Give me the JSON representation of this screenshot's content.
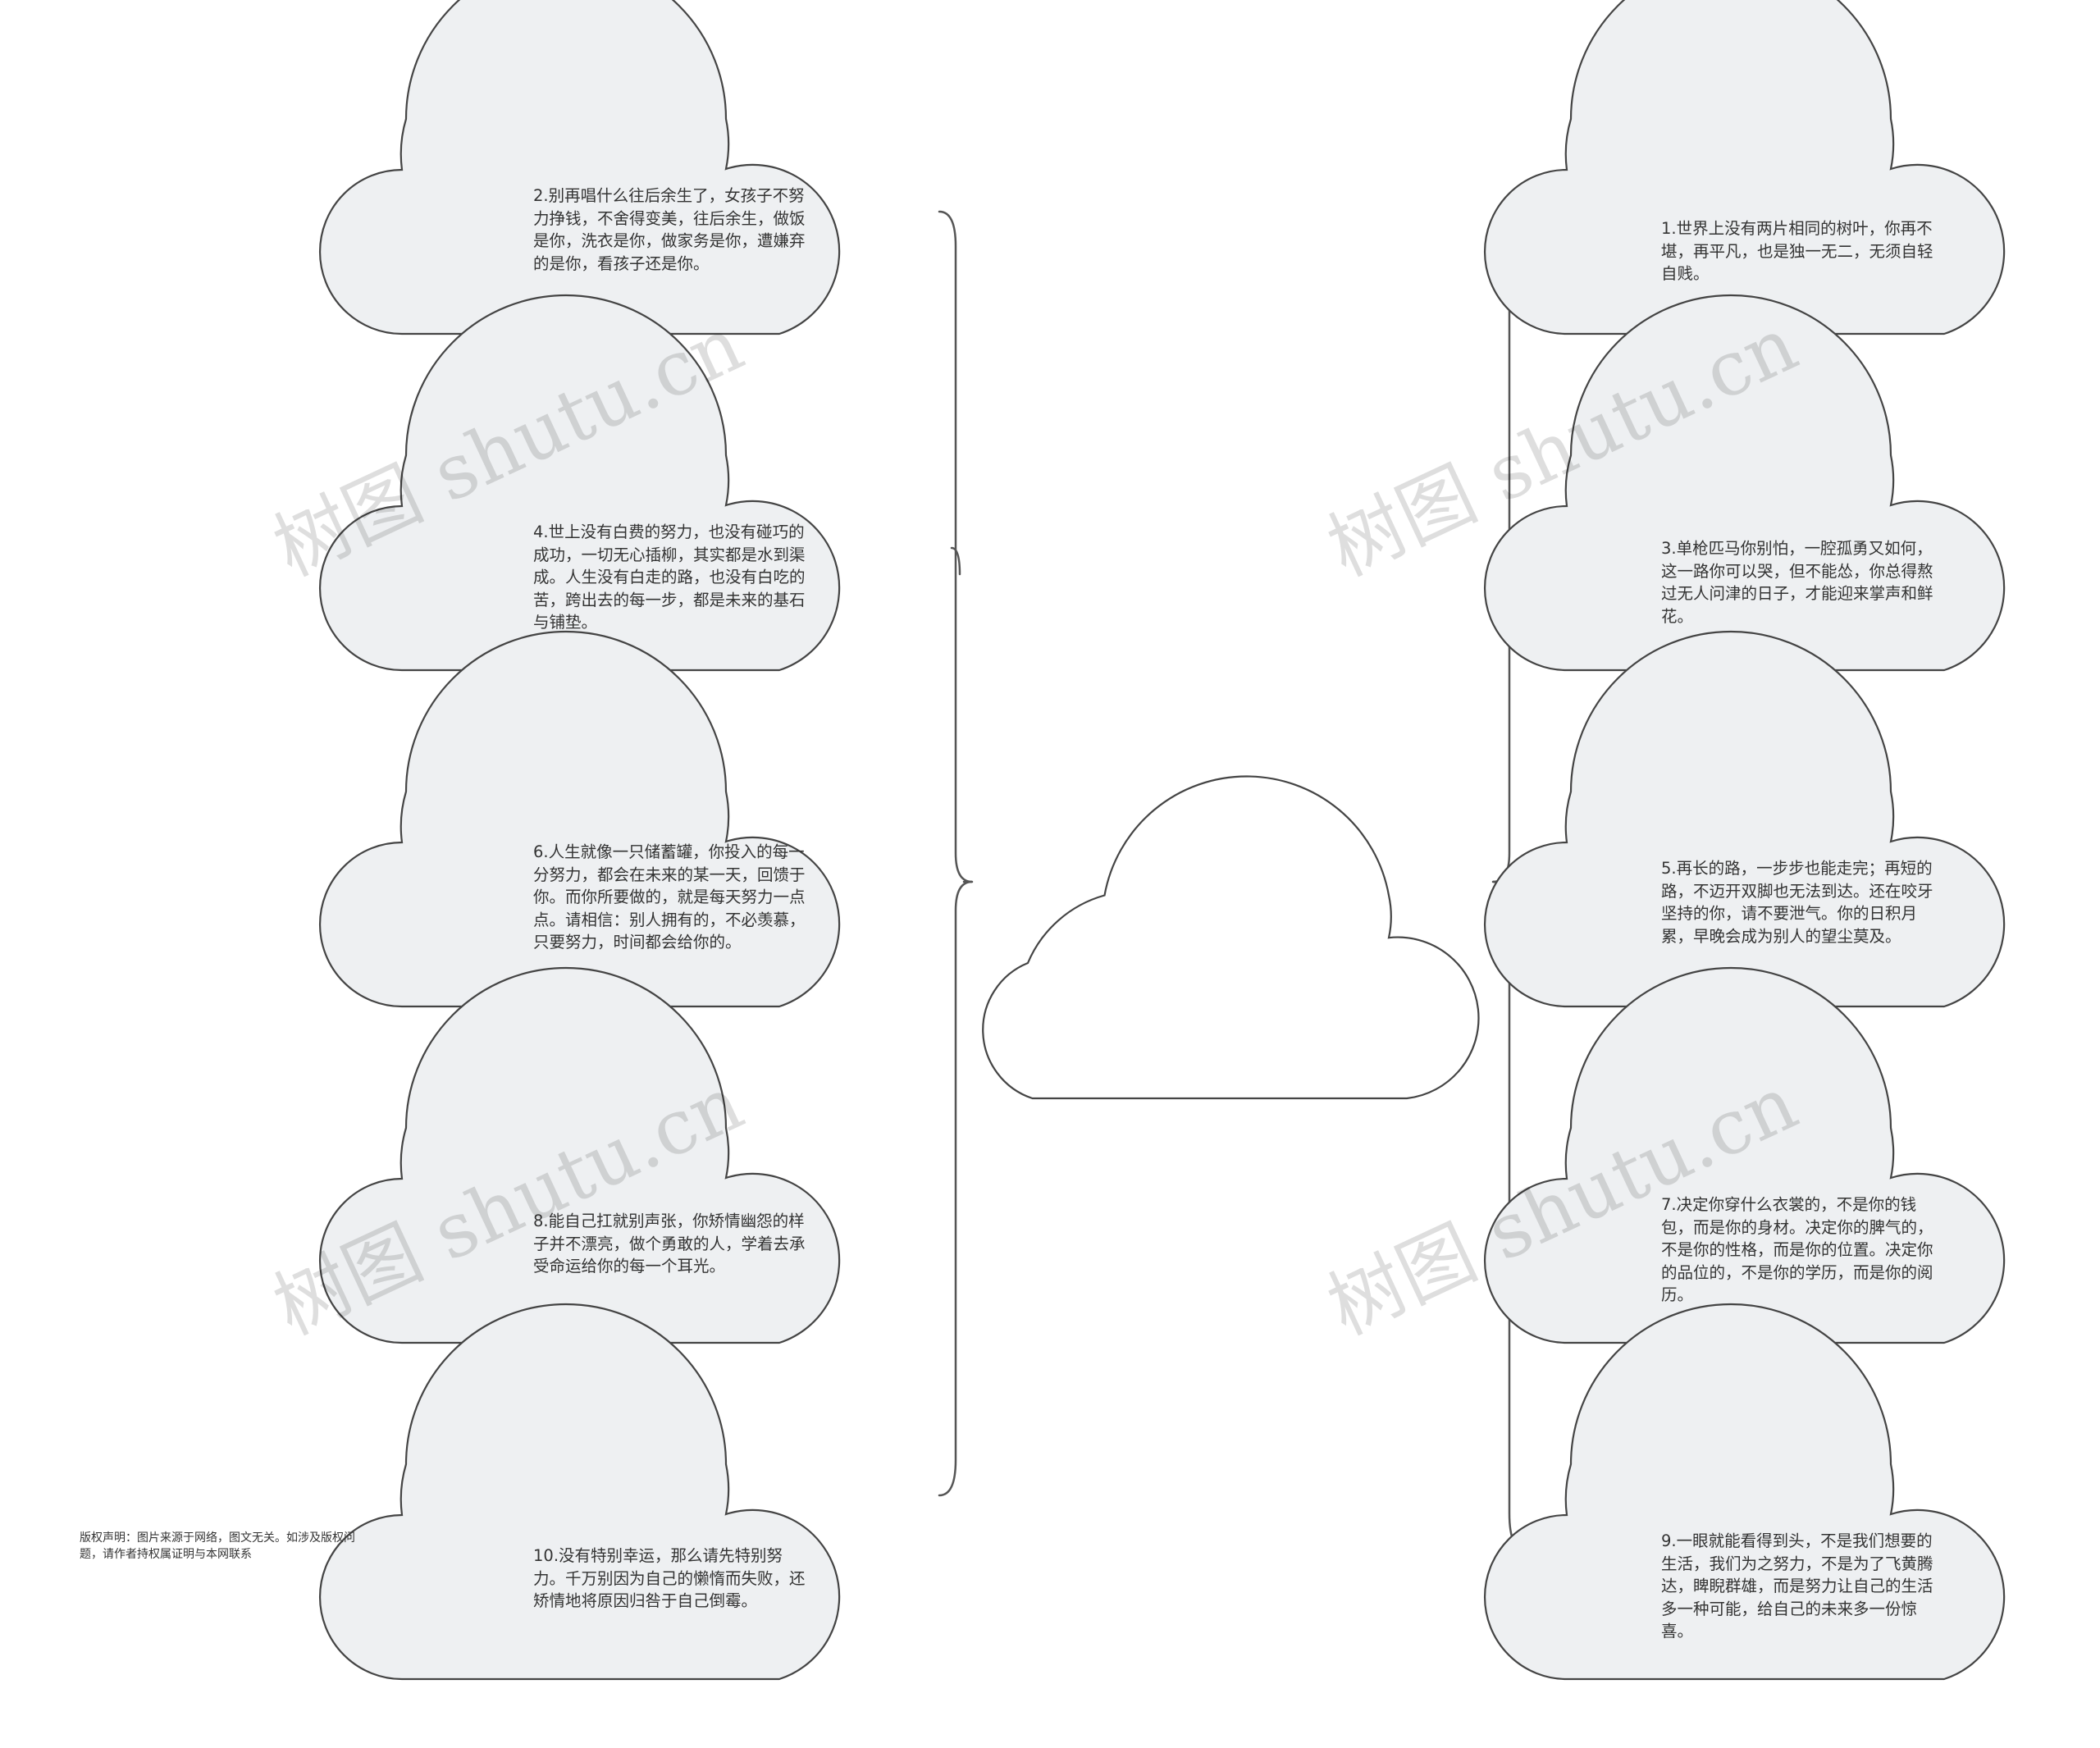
{
  "watermark": "树图 shutu.cn",
  "copyright_note": "版权声明：图片来源于网络，图文无关。如涉及版权问题，请作者持权属证明与本网联系",
  "root": {
    "text": ""
  },
  "left_nodes": [
    {
      "id": "n2",
      "text": "2.别再唱什么往后余生了，女孩子不努力挣钱，不舍得变美，往后余生，做饭是你，洗衣是你，做家务是你，遭嫌弃的是你，看孩子还是你。"
    },
    {
      "id": "n4",
      "text": "4.世上没有白费的努力，也没有碰巧的成功，一切无心插柳，其实都是水到渠成。人生没有白走的路，也没有白吃的苦，跨出去的每一步，都是未来的基石与铺垫。"
    },
    {
      "id": "n6",
      "text": "6.人生就像一只储蓄罐，你投入的每一分努力，都会在未来的某一天，回馈于你。而你所要做的，就是每天努力一点点。请相信：别人拥有的，不必羡慕，只要努力，时间都会给你的。"
    },
    {
      "id": "n8",
      "text": "8.能自己扛就别声张，你矫情幽怨的样子并不漂亮，做个勇敢的人，学着去承受命运给你的每一个耳光。"
    },
    {
      "id": "n10",
      "text": "10.没有特别幸运，那么请先特别努力。千万别因为自己的懒惰而失败，还矫情地将原因归咎于自己倒霉。"
    }
  ],
  "right_nodes": [
    {
      "id": "n1",
      "text": "1.世界上没有两片相同的树叶，你再不堪，再平凡，也是独一无二，无须自轻自贱。"
    },
    {
      "id": "n3",
      "text": "3.单枪匹马你别怕，一腔孤勇又如何，这一路你可以哭，但不能怂，你总得熬过无人问津的日子，才能迎来掌声和鲜花。"
    },
    {
      "id": "n5",
      "text": "5.再长的路，一步步也能走完；再短的路，不迈开双脚也无法到达。还在咬牙坚持的你，请不要泄气。你的日积月累，早晚会成为别人的望尘莫及。"
    },
    {
      "id": "n7",
      "text": "7.决定你穿什么衣裳的，不是你的钱包，而是你的身材。决定你的脾气的，不是你的性格，而是你的位置。决定你的品位的，不是你的学历，而是你的阅历。"
    },
    {
      "id": "n9",
      "text": "9.一眼就能看得到头，不是我们想要的生活，我们为之努力，不是为了飞黄腾达，睥睨群雄，而是努力让自己的生活多一种可能，给自己的未来多一份惊喜。"
    }
  ]
}
